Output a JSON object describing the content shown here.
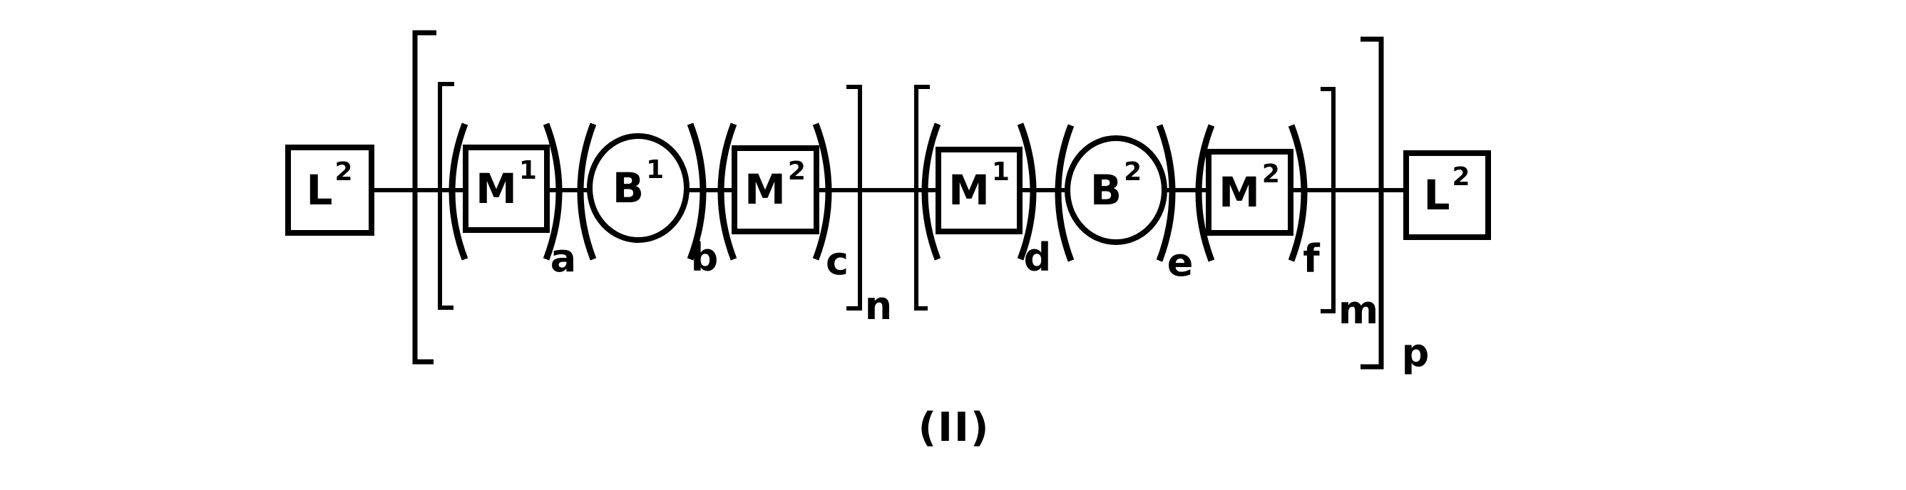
{
  "formula": {
    "label": "(II)",
    "ink_color": "#000000",
    "background_color": "#ffffff",
    "left_terminal": {
      "base": "L",
      "sup": "2",
      "shape": "square"
    },
    "right_terminal": {
      "base": "L",
      "sup": "2",
      "shape": "square"
    },
    "group1": {
      "units": [
        {
          "base": "M",
          "sup": "1",
          "shape": "square",
          "subscript": "a"
        },
        {
          "base": "B",
          "sup": "1",
          "shape": "circle",
          "subscript": "b"
        },
        {
          "base": "M",
          "sup": "2",
          "shape": "square",
          "subscript": "c"
        }
      ],
      "repeat_subscript": "n"
    },
    "group2": {
      "units": [
        {
          "base": "M",
          "sup": "1",
          "shape": "square",
          "subscript": "d"
        },
        {
          "base": "B",
          "sup": "2",
          "shape": "circle",
          "subscript": "e"
        },
        {
          "base": "M",
          "sup": "2",
          "shape": "square",
          "subscript": "f"
        }
      ],
      "repeat_subscript": "m"
    },
    "outer_repeat_subscript": "p"
  }
}
